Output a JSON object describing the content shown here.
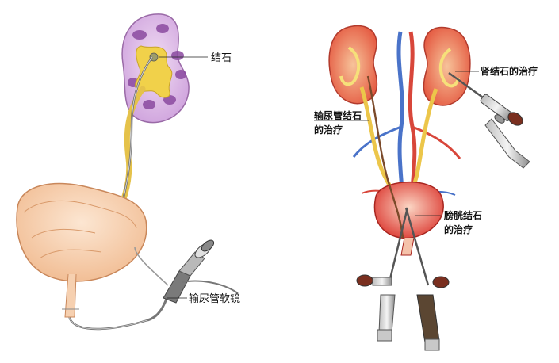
{
  "left_panel": {
    "stone_label": "结石",
    "scope_label": "输尿管软镜"
  },
  "right_panel": {
    "kidney_label": "肾结石的治疗",
    "ureter_label_line1": "输尿管结石",
    "ureter_label_line2": "的治疗",
    "bladder_label_line1": "膀胱结石",
    "bladder_label_line2": "的治疗"
  }
}
